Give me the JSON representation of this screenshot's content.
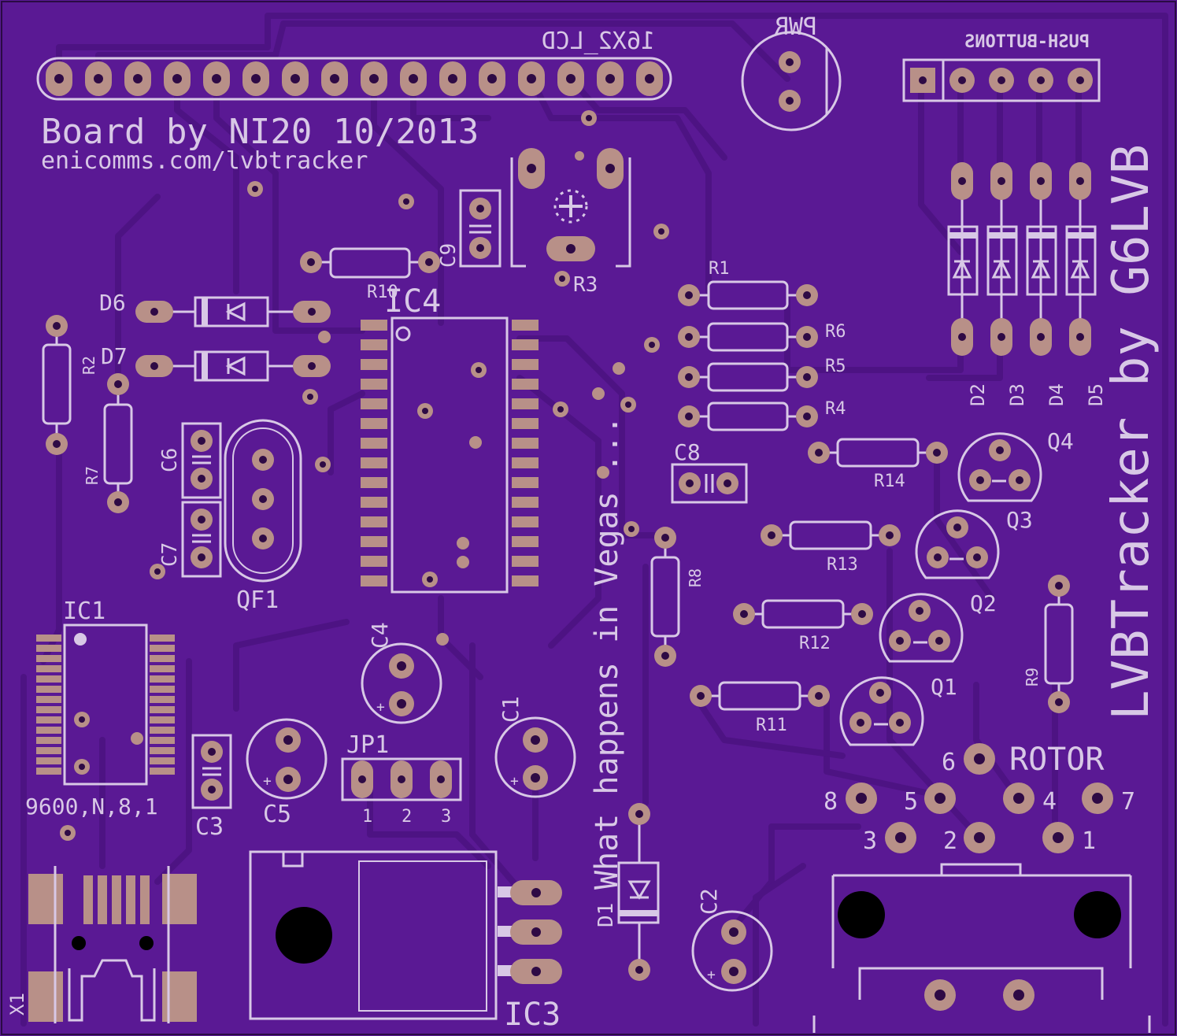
{
  "board": {
    "colors": {
      "substrate": "#5a1994",
      "trace": "#4e1484",
      "silk": "#d8c8e6",
      "pad": "#b89088",
      "hole": "#2e0a45"
    },
    "labels": {
      "lcd": "16X2_LCD",
      "pwr": "PWR",
      "push_buttons": "PUSH-BUTTONS",
      "credit": "Board by NI20 10/2013",
      "website": "enicomms.com/lvbtracker",
      "title_vertical": "LVBTracker by G6LVB",
      "slogan": "What happens in Vegas ...",
      "serial": "9600,N,8,1",
      "rotor": "ROTOR"
    },
    "components": {
      "ic1": "IC1",
      "ic3": "IC3",
      "ic4": "IC4",
      "qf1": "QF1",
      "jp1": "JP1",
      "x1": "X1",
      "c1": "C1",
      "c2": "C2",
      "c3": "C3",
      "c4": "C4",
      "c5": "C5",
      "c6": "C6",
      "c7": "C7",
      "c8": "C8",
      "c9": "C9",
      "d1": "D1",
      "d2": "D2",
      "d3": "D3",
      "d4": "D4",
      "d5": "D5",
      "d6": "D6",
      "d7": "D7",
      "q1": "Q1",
      "q2": "Q2",
      "q3": "Q3",
      "q4": "Q4",
      "r1": "R1",
      "r2": "R2",
      "r3": "R3",
      "r4": "R4",
      "r5": "R5",
      "r6": "R6",
      "r7": "R7",
      "r8": "R8",
      "r9": "R9",
      "r10": "R10",
      "r11": "R11",
      "r12": "R12",
      "r13": "R13",
      "r14": "R14"
    },
    "jp1_pins": [
      "1",
      "2",
      "3"
    ],
    "rotor_pins": [
      "1",
      "2",
      "3",
      "4",
      "5",
      "6",
      "7",
      "8"
    ]
  }
}
